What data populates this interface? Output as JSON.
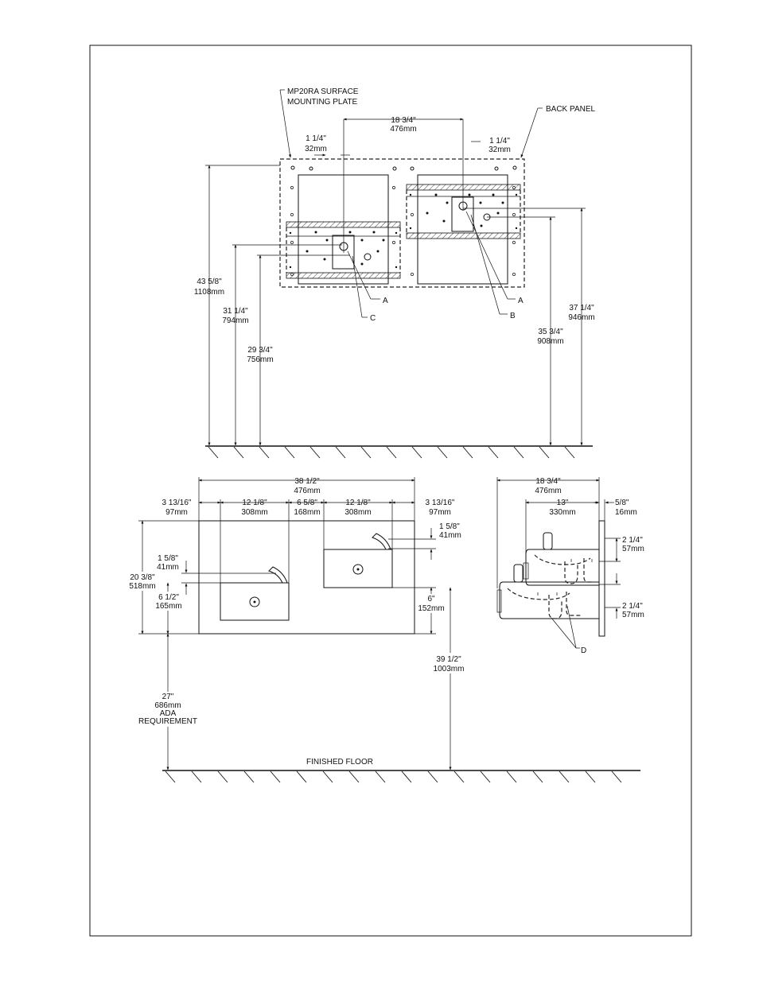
{
  "labels": {
    "mounting_plate": [
      "MP20RA SURFACE",
      "MOUNTING PLATE"
    ],
    "back_panel": "BACK PANEL",
    "finished_floor": "FINISHED FLOOR",
    "ada": [
      "ADA",
      "REQUIREMENT"
    ],
    "callouts": {
      "a": "A",
      "b": "B",
      "c": "C",
      "d": "D"
    }
  },
  "front_view": {
    "d_18_3_4": [
      "18 3/4\"",
      "476mm"
    ],
    "d_1_1_4_left": [
      "1 1/4\"",
      "32mm"
    ],
    "d_1_1_4_right": [
      "1 1/4\"",
      "32mm"
    ],
    "d_43_5_8": [
      "43 5/8\"",
      "1108mm"
    ],
    "d_31_1_4": [
      "31 1/4\"",
      "794mm"
    ],
    "d_29_3_4": [
      "29 3/4\"",
      "756mm"
    ],
    "d_37_1_4": [
      "37 1/4\"",
      "946mm"
    ],
    "d_35_3_4": [
      "35 3/4\"",
      "908mm"
    ]
  },
  "elevation_view": {
    "d_38_1_2": [
      "38 1/2\"",
      "476mm"
    ],
    "d_3_13_16_left": [
      "3 13/16\"",
      "97mm"
    ],
    "d_12_1_8_left": [
      "12 1/8\"",
      "308mm"
    ],
    "d_6_5_8": [
      "6 5/8\"",
      "168mm"
    ],
    "d_12_1_8_right": [
      "12 1/8\"",
      "308mm"
    ],
    "d_3_13_16_right": [
      "3 13/16\"",
      "97mm"
    ],
    "d_1_5_8_right": [
      "1 5/8\"",
      "41mm"
    ],
    "d_1_5_8_left": [
      "1 5/8\"",
      "41mm"
    ],
    "d_20_3_8": [
      "20 3/8\"",
      "518mm"
    ],
    "d_6_1_2": [
      "6 1/2\"",
      "165mm"
    ],
    "d_6": [
      "6\"",
      "152mm"
    ],
    "d_39_1_2": [
      "39 1/2\"",
      "1003mm"
    ],
    "d_27": [
      "27\"",
      "686mm"
    ]
  },
  "side_view": {
    "d_18_3_4": [
      "18 3/4\"",
      "476mm"
    ],
    "d_13": [
      "13\"",
      "330mm"
    ],
    "d_5_8": [
      "5/8\"",
      "16mm"
    ],
    "d_2_1_4_top": [
      "2 1/4\"",
      "57mm"
    ],
    "d_2_1_4_bottom": [
      "2 1/4\"",
      "57mm"
    ]
  }
}
